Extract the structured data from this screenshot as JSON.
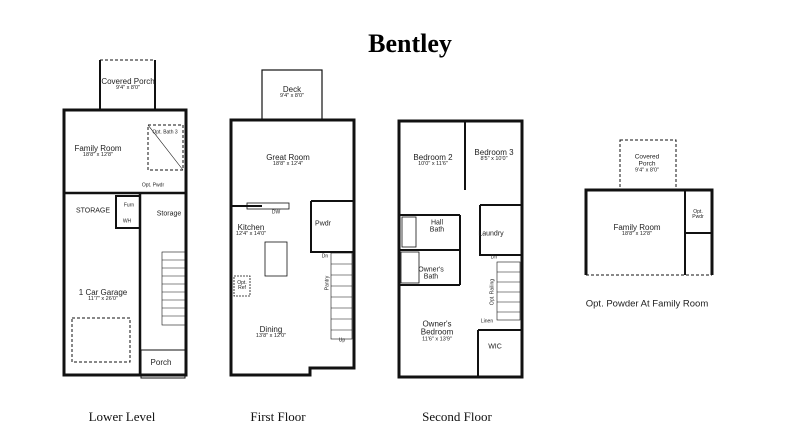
{
  "title": "Bentley",
  "floors": {
    "lower": {
      "label": "Lower Level",
      "covered_porch": {
        "name": "Covered Porch",
        "dims": "9'4\" x 8'0\""
      },
      "family_room": {
        "name": "Family Room",
        "dims": "18'8\" x 12'8\""
      },
      "opt_bath": "Opt. Bath 3",
      "opt_pwdr": "Opt. Pwdr",
      "storage_main": "STORAGE",
      "furn": "Furn",
      "wh": "WH",
      "storage": "Storage",
      "garage": {
        "name": "1 Car Garage",
        "dims": "11'7\" x 26'0\""
      },
      "porch": "Porch"
    },
    "first": {
      "label": "First Floor",
      "deck": {
        "name": "Deck",
        "dims": "9'4\" x 8'0\""
      },
      "great_room": {
        "name": "Great Room",
        "dims": "18'8\" x 12'4\""
      },
      "kitchen": {
        "name": "Kitchen",
        "dims": "12'4\" x 14'0\""
      },
      "dw": "DW",
      "opt_ref": "Opt. Ref",
      "pwdr": "Pwdr",
      "pantry": "Pantry",
      "dn": "Dn",
      "up": "Up",
      "dining": {
        "name": "Dining",
        "dims": "13'8\" x 12'0\""
      }
    },
    "second": {
      "label": "Second Floor",
      "bedroom2": {
        "name": "Bedroom 2",
        "dims": "10'0\" x 11'6\""
      },
      "bedroom3": {
        "name": "Bedroom 3",
        "dims": "8'5\" x 10'0\""
      },
      "hall_bath": "Hall Bath",
      "laundry": "Laundry",
      "owners_bath": "Owner's Bath",
      "dn": "Dn",
      "opt_railing": "Opt. Railing",
      "linen": "Linen",
      "owners_bedroom": {
        "name": "Owner's Bedroom",
        "dims": "11'6\" x 13'9\""
      },
      "wic": "WIC"
    },
    "option": {
      "covered_porch": {
        "name": "Covered Porch",
        "dims": "9'4\" x 8'0\""
      },
      "family_room": {
        "name": "Family Room",
        "dims": "18'8\" x 12'8\""
      },
      "opt_pwdr": "Opt. Pwdr",
      "caption": "Opt. Powder At Family Room"
    }
  }
}
